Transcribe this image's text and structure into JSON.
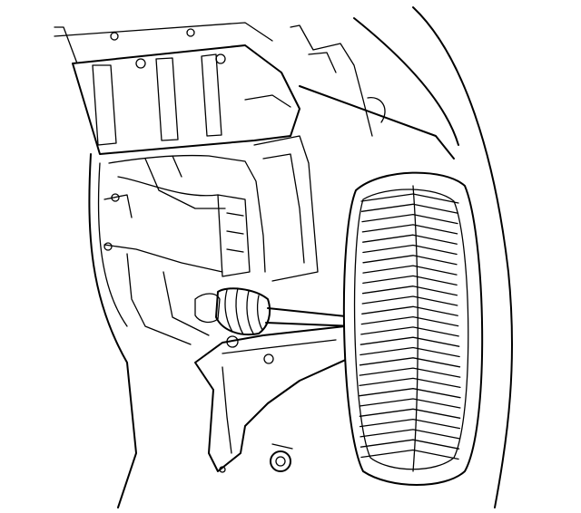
{
  "figure": {
    "kind": "technical line drawing",
    "background_color": "#ffffff",
    "line_color": "#000000",
    "parts": [
      "wheel-well-splash-shield",
      "tire",
      "axle-boot",
      "lower-control-arm",
      "body-panel"
    ]
  }
}
